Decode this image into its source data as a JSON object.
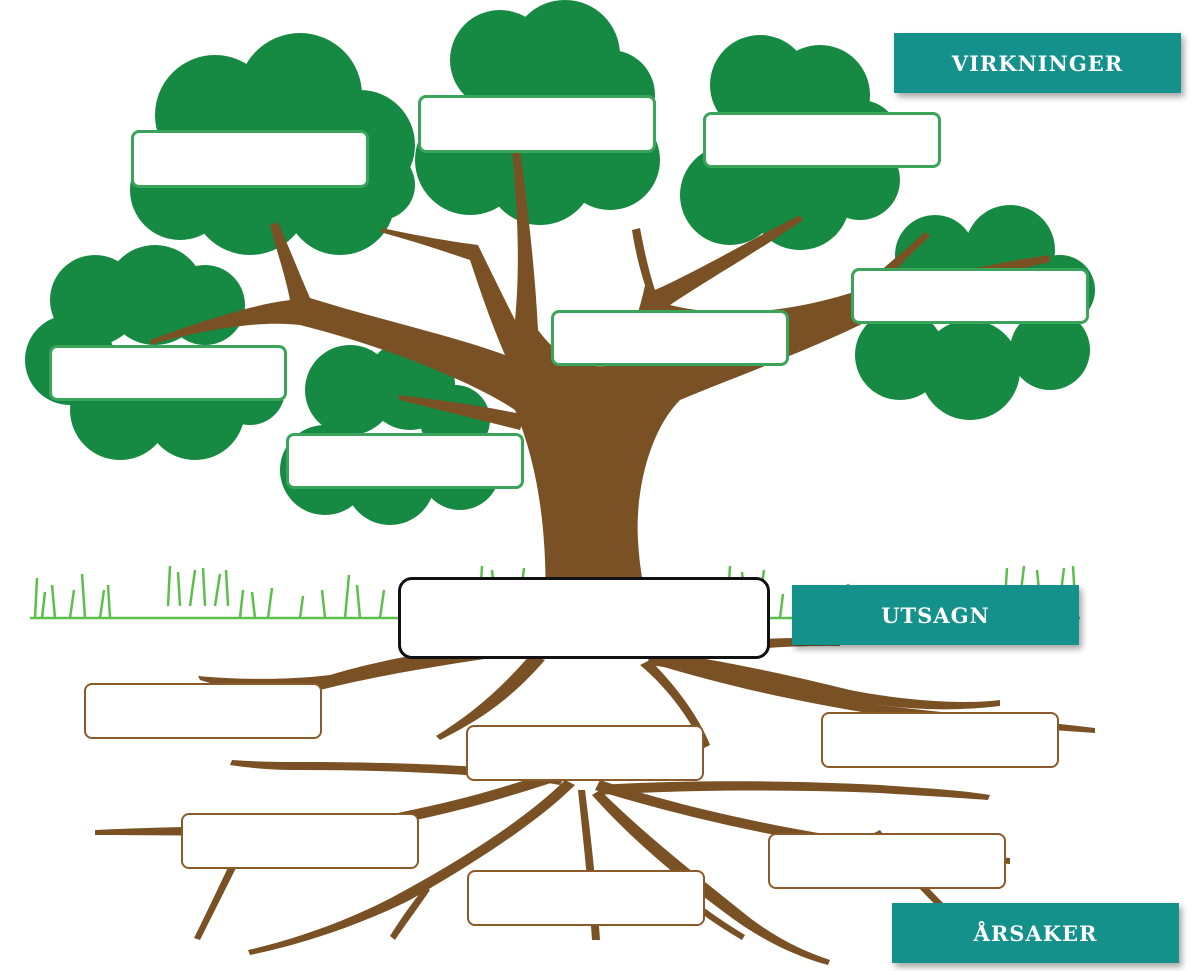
{
  "labels": {
    "effects": "VIRKNINGER",
    "statement": "UTSAGN",
    "causes": "ÅRSAKER"
  },
  "colors": {
    "foliage": "#168a42",
    "trunk": "#7a5124",
    "grass": "#5cbf4a",
    "leaf_box_border": "#3aa55a",
    "root_box_border": "#8b5a2b",
    "label_bg": "#13918a"
  },
  "effect_boxes": [
    "",
    "",
    "",
    "",
    "",
    "",
    ""
  ],
  "statement_box": "",
  "cause_boxes": [
    "",
    "",
    "",
    "",
    "",
    ""
  ]
}
